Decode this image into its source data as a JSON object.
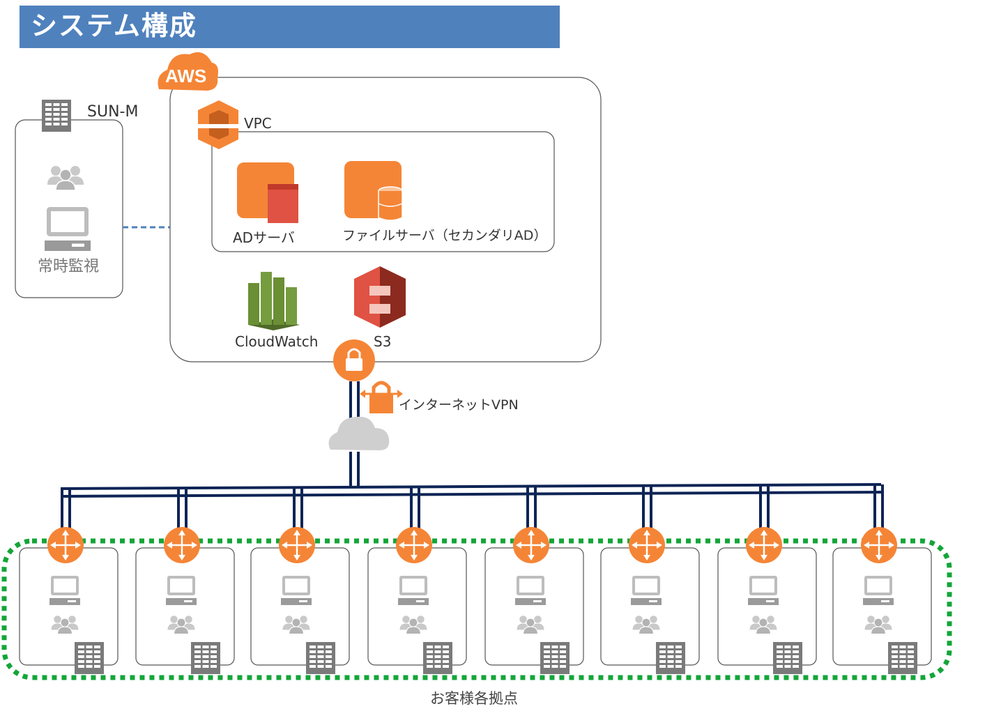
{
  "title": "システム構成",
  "sunm": {
    "label": "SUN-M",
    "monitor_label": "常時監視"
  },
  "aws": {
    "badge": "AWS",
    "vpc_label": "VPC"
  },
  "services": {
    "ad_server": "ADサーバ",
    "file_server": "ファイルサーバ（セカンダリAD）",
    "cloudwatch": "CloudWatch",
    "s3": "S3"
  },
  "vpn_label": "インターネットVPN",
  "sites_label": "お客様各拠点",
  "site_count": 8,
  "colors": {
    "title_bg": "#4f81bd",
    "aws_orange": "#f58536",
    "line_navy": "#0d2455",
    "dotted_green": "#13a538",
    "icon_gray": "#7a7a7a",
    "cloudwatch_green": "#759c3e",
    "s3_red": "#e05243"
  },
  "icons": [
    "server-rack-icon",
    "users-icon",
    "desktop-icon",
    "aws-cloud-icon",
    "vpc-icon",
    "ec2-instance-icon",
    "storage-instance-icon",
    "cloudwatch-icon",
    "s3-icon",
    "vpn-gateway-lock-icon",
    "vpn-padlock-icon",
    "internet-cloud-icon",
    "router-icon"
  ]
}
